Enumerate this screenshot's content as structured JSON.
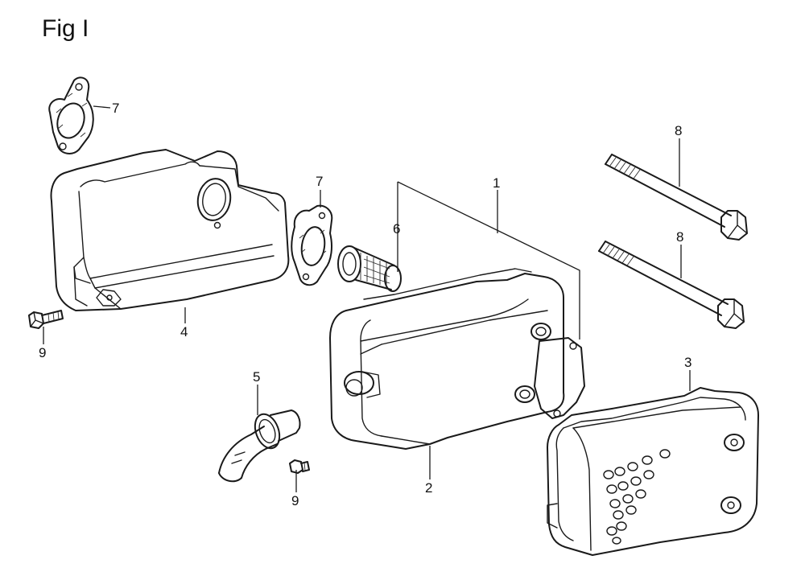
{
  "figure": {
    "title": "Fig I"
  },
  "callouts": {
    "c1": "1",
    "c2": "2",
    "c3": "3",
    "c4": "4",
    "c5": "5",
    "c6": "6",
    "c7a": "7",
    "c7b": "7",
    "c8a": "8",
    "c8b": "8",
    "c9a": "9",
    "c9b": "9"
  }
}
